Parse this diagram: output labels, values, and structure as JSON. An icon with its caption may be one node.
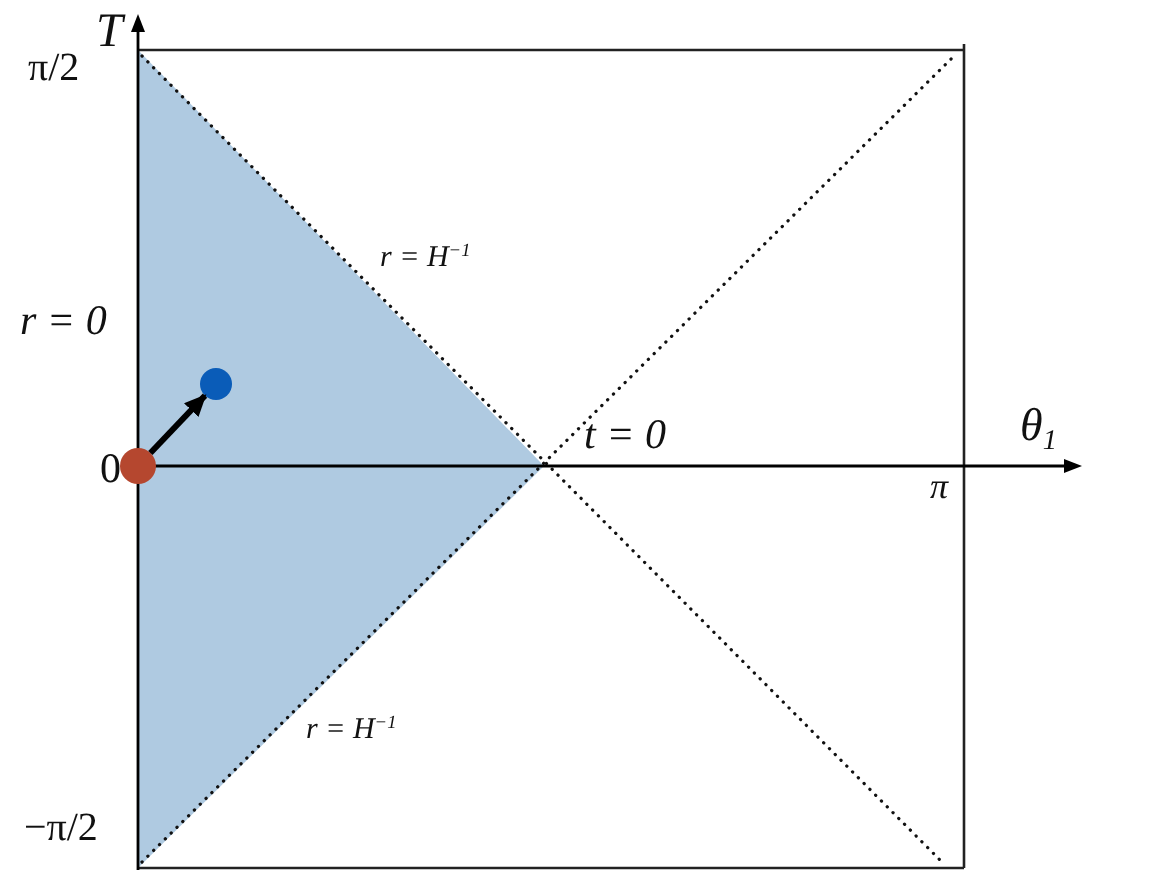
{
  "diagram": {
    "nodes": [
      {
        "text": [],
        "shape": "circle"
      },
      {
        "text": [],
        "shape": "circle"
      }
    ],
    "edges": [
      {
        "from": 0,
        "to": 1,
        "arrow": "to"
      }
    ],
    "labels": [
      "π/2",
      "T",
      "r = H$^{−1}$",
      "r = 0",
      "0",
      "t = 0",
      "θ$_{1}$",
      "π",
      "r = H$^{−1}$",
      "−π/2"
    ]
  }
}
